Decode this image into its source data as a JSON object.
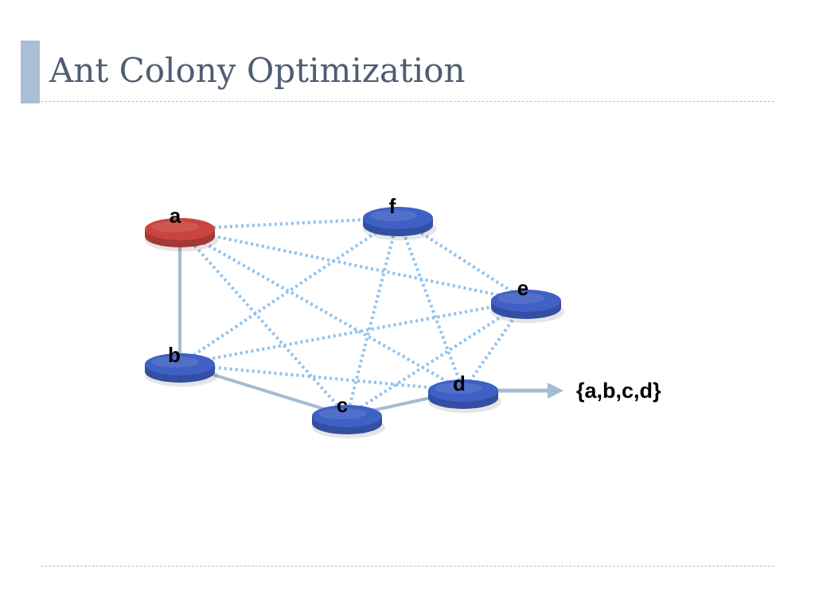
{
  "slide": {
    "title": "Ant Colony Optimization"
  },
  "graph": {
    "nodes": [
      {
        "id": "a",
        "label": "a",
        "color": "#c9433f",
        "start": true
      },
      {
        "id": "b",
        "label": "b",
        "color": "#3f60c4"
      },
      {
        "id": "c",
        "label": "c",
        "color": "#3f60c4"
      },
      {
        "id": "d",
        "label": "d",
        "color": "#3f60c4"
      },
      {
        "id": "e",
        "label": "e",
        "color": "#3f60c4"
      },
      {
        "id": "f",
        "label": "f",
        "color": "#3f60c4"
      }
    ],
    "candidate_edges": [
      [
        "a",
        "f"
      ],
      [
        "a",
        "e"
      ],
      [
        "a",
        "d"
      ],
      [
        "a",
        "c"
      ],
      [
        "b",
        "f"
      ],
      [
        "b",
        "e"
      ],
      [
        "b",
        "d"
      ],
      [
        "c",
        "f"
      ],
      [
        "c",
        "e"
      ],
      [
        "d",
        "f"
      ],
      [
        "d",
        "e"
      ],
      [
        "f",
        "e"
      ]
    ],
    "path_edges": [
      [
        "a",
        "b"
      ],
      [
        "b",
        "c"
      ],
      [
        "c",
        "d"
      ]
    ],
    "result": {
      "text": "{a,b,c,d}"
    },
    "colors": {
      "candidate_edge": "#8ec1ee",
      "path_edge": "#a3bcd2",
      "arrow": "#a3bcd2"
    }
  }
}
